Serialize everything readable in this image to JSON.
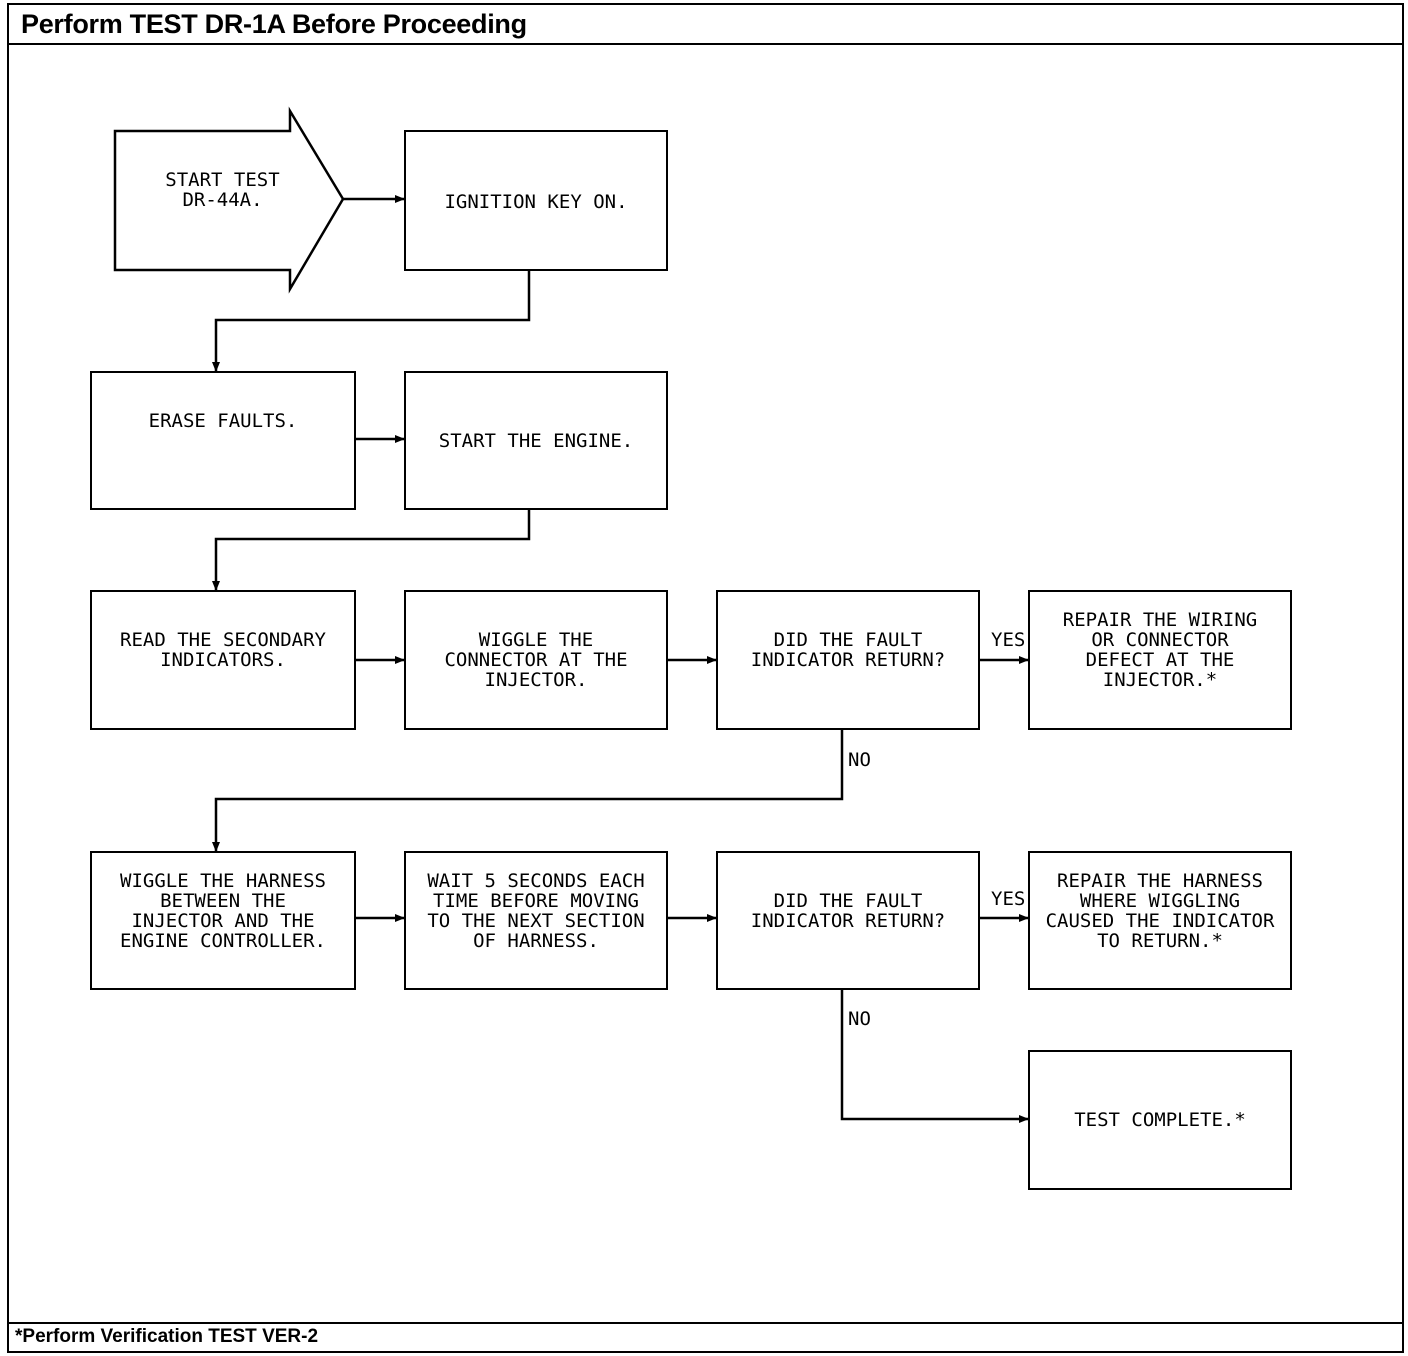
{
  "header": {
    "title": "Perform TEST DR-1A Before Proceeding"
  },
  "footer": {
    "note": "*Perform Verification TEST VER-2"
  },
  "nodes": {
    "start": "START TEST\nDR-44A.",
    "ignition": "IGNITION KEY ON.",
    "erase": "ERASE FAULTS.",
    "start_engine": "START THE ENGINE.",
    "read_secondary": "READ THE SECONDARY\nINDICATORS.",
    "wiggle_connector": "WIGGLE THE\nCONNECTOR AT THE\nINJECTOR.",
    "decision1": "DID THE FAULT\nINDICATOR RETURN?",
    "repair_wiring": "REPAIR THE WIRING\nOR CONNECTOR\nDEFECT AT THE\nINJECTOR.*",
    "wiggle_harness": "WIGGLE THE HARNESS\nBETWEEN THE\nINJECTOR AND THE\nENGINE CONTROLLER.",
    "wait": "WAIT 5 SECONDS EACH\nTIME BEFORE MOVING\nTO THE NEXT SECTION\nOF HARNESS.",
    "decision2": "DID THE FAULT\nINDICATOR RETURN?",
    "repair_harness": "REPAIR THE HARNESS\nWHERE WIGGLING\nCAUSED THE INDICATOR\nTO RETURN.*",
    "complete": "TEST COMPLETE.*"
  },
  "labels": {
    "yes1": "YES",
    "no1": "NO",
    "yes2": "YES",
    "no2": "NO"
  }
}
